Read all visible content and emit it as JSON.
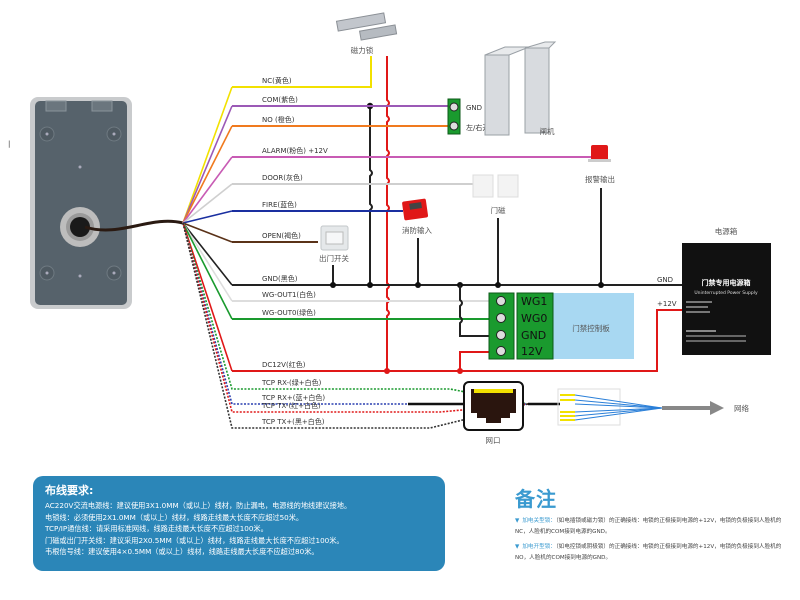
{
  "wires": [
    {
      "label": "NC(黄色)",
      "color": "#f2e100"
    },
    {
      "label": "COM(紫色)",
      "color": "#9b59b6"
    },
    {
      "label": "NO (橙色)",
      "color": "#f07a1e"
    },
    {
      "label": "ALARM(粉色) +12V",
      "color": "#c85bb4"
    },
    {
      "label": "DOOR(灰色)",
      "color": "#cfcfcf"
    },
    {
      "label": "FIRE(蓝色)",
      "color": "#1a2fa0"
    },
    {
      "label": "OPEN(褐色)",
      "color": "#5a3218"
    },
    {
      "label": "GND(黑色)",
      "color": "#222222"
    },
    {
      "label": "WG-OUT1(白色)",
      "color": "#dddddd"
    },
    {
      "label": "WG-OUT0(绿色)",
      "color": "#1a9a2e"
    },
    {
      "label": "DC12V(红色)",
      "color": "#e01818"
    },
    {
      "label": "TCP RX-(绿+白色)",
      "color": "#1a9a2e"
    },
    {
      "label": "TCP RX+(蓝+白色)",
      "color": "#2a3fb0"
    },
    {
      "label": "TCP TX-(红+白色)",
      "color": "#e01818"
    },
    {
      "label": "TCP TX+(黑+白色)",
      "color": "#333333"
    }
  ],
  "devices": {
    "maglock": "磁力锁",
    "gate_terminal_gnd": "GND",
    "gate_terminal_open": "左/右开",
    "gate": "闸机",
    "alarm_output": "报警输出",
    "door_sensor": "门磁",
    "fire_input": "消防输入",
    "exit_button": "出门开关",
    "power_box_title": "电源箱",
    "power_box_cn": "门禁专用电源箱",
    "power_box_en": "Uninterrupted Power Supply",
    "gnd_label": "GND",
    "plus12v_label": "+12V",
    "controller": "门禁控制板",
    "controller_terminals": [
      "WG1",
      "WG0",
      "GND",
      "12V"
    ],
    "network_port": "网口",
    "network": "网络"
  },
  "requirements": {
    "title": "布线要求:",
    "lines": [
      "AC220V交流电源线：建议使用3X1.0MM（或以上）线材，防止漏电，电源线的地线建议接地。",
      "电锁线：必须使用2X1.0MM（或以上）线材，线路走线最大长度不应超过50米。",
      "TCP/IP通信线：请采用标准网线，线路走线最大长度不应超过100米。",
      "门磁或出门开关线：建议采用2X0.5MM（或以上）线材，线路走线最大长度不应超过100米。",
      "韦根信号线：建议使用4×0.5MM（或以上）线材，线路走线最大长度不应超过80米。"
    ]
  },
  "notes": {
    "title": "备注",
    "items": [
      {
        "tag": "加电关型锁：",
        "text": "（如电插锁或磁力锁）的正确接线：电锁的正极接到电源的+12V，电锁的负极接到人脸机的NC，人脸机的COM接到电源的GND。"
      },
      {
        "tag": "加电开型锁：",
        "text": "（如电控锁或阴极锁）的正确接线：电锁的正极接到电源的+12V，电锁的负极接到人脸机的NO，人脸机的COM接到电源的GND。"
      }
    ]
  }
}
